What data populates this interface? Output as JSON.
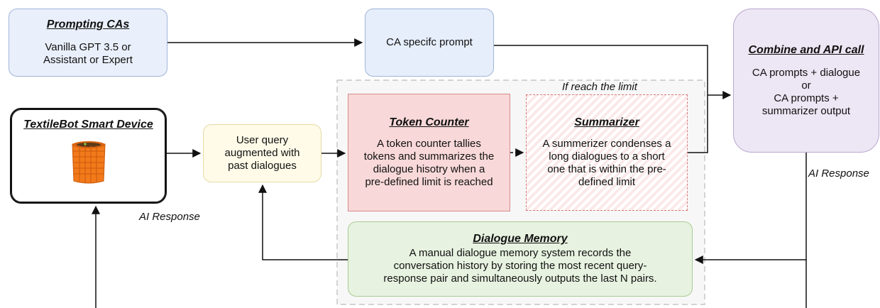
{
  "prompting": {
    "title": "Prompting CAs",
    "line1": "Vanilla GPT 3.5 or",
    "line2": "Assistant or Expert"
  },
  "ca_prompt": {
    "label": "CA specifc prompt"
  },
  "combine": {
    "title": "Combine and API call",
    "line1": "CA prompts + dialogue",
    "line2": "or",
    "line3": "CA prompts +",
    "line4": "summarizer output"
  },
  "textilebot": {
    "title": "TextileBot Smart Device",
    "image": "crochet-basket-icon"
  },
  "user_query": {
    "line1": "User query",
    "line2": "augmented with",
    "line3": "past dialogues"
  },
  "token_counter": {
    "title": "Token Counter",
    "line1": "A token counter tallies",
    "line2": "tokens and summarizes the",
    "line3": "dialogue hisotry when a",
    "line4": "pre-defined limit is reached"
  },
  "summarizer": {
    "title": "Summarizer",
    "line1": "A summerizer condenses a",
    "line2": "long dialogues to a short",
    "line3": "one that is within the pre-",
    "line4": "defined limit"
  },
  "dialogue_memory": {
    "title": "Dialogue Memory",
    "line1": "A manual dialogue memory system records the",
    "line2": "conversation history by storing the most recent query-",
    "line3": "response pair and simultaneously outputs the last N pairs."
  },
  "notes": {
    "limit": "If reach the limit",
    "ai_response_left": "AI Response",
    "ai_response_right": "AI Response"
  },
  "colors": {
    "prompt_blue": "#eaf0fb",
    "combine_purple": "#ede6f4",
    "query_yellow": "#fffbe8",
    "token_red": "#f8d8d8",
    "memory_green": "#e7f2e0",
    "basket_orange": "#f27a1a"
  }
}
